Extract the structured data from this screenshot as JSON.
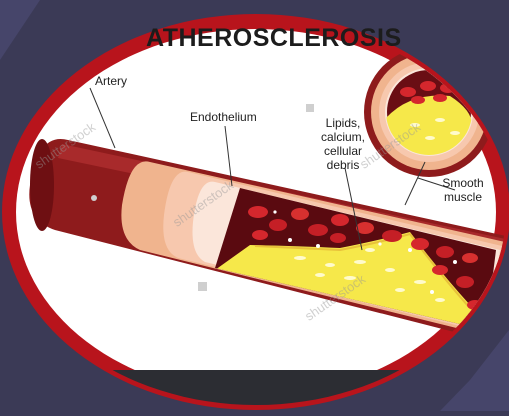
{
  "title": "ATHEROSCLEROSIS",
  "labels": {
    "artery": "Artery",
    "endothelium": "Endothelium",
    "lipids": [
      "Lipids,",
      "calcium,",
      "cellular",
      "debris"
    ],
    "smooth_muscle": [
      "Smooth",
      "muscle"
    ]
  },
  "watermark": "shutterstock",
  "colors": {
    "frame": "#b8141c",
    "artery_wall": "#8e1b1c",
    "endothelium": "#f3a98a",
    "plaque": "#f6e84a",
    "background": "#3b3a56"
  }
}
